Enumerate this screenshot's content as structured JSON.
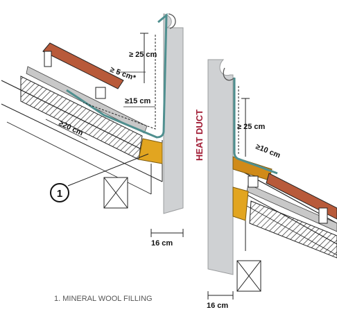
{
  "duct_label": "HEAT DUCT",
  "marker_number": "1",
  "caption": "1. MINERAL WOOL FILLING",
  "dims_left": {
    "upstand": "≥ 25 cm",
    "overlap": "≥ 5 cm*",
    "flashing": "≥15 cm",
    "underlay": "≥20 cm",
    "duct_width": "16 cm"
  },
  "dims_right": {
    "upstand": "≥ 25 cm",
    "overlap": "≥10 cm",
    "duct_width": "16 cm"
  },
  "colors": {
    "duct": "#cfd1d3",
    "tile": "#b85a3a",
    "wool": "#e2a520",
    "flashing": "#4f8f8f",
    "label": "#a11c35"
  }
}
